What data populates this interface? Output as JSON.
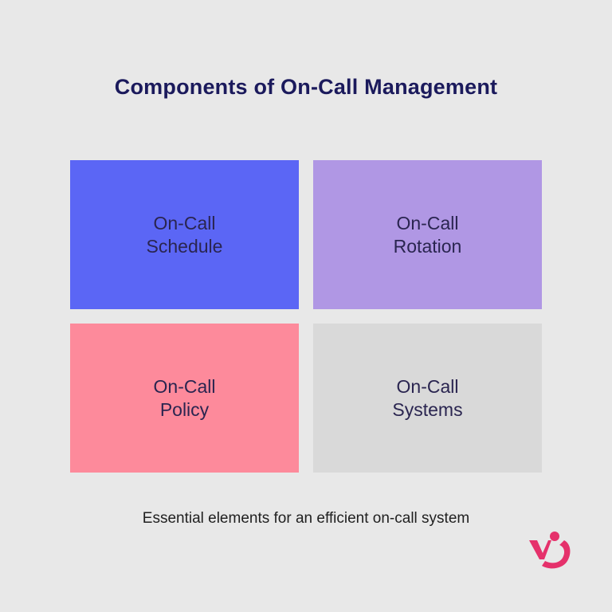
{
  "title": "Components of On-Call Management",
  "boxes": [
    {
      "line1": "On-Call",
      "line2": "Schedule",
      "color": "#5b66f5"
    },
    {
      "line1": "On-Call",
      "line2": "Rotation",
      "color": "#b097e4"
    },
    {
      "line1": "On-Call",
      "line2": "Policy",
      "color": "#fd8a9b"
    },
    {
      "line1": "On-Call",
      "line2": "Systems",
      "color": "#d9d9d9"
    }
  ],
  "subtitle": "Essential elements for an efficient on-call system",
  "logo": {
    "icon": "brand-logo-icon",
    "color": "#e5316b"
  }
}
